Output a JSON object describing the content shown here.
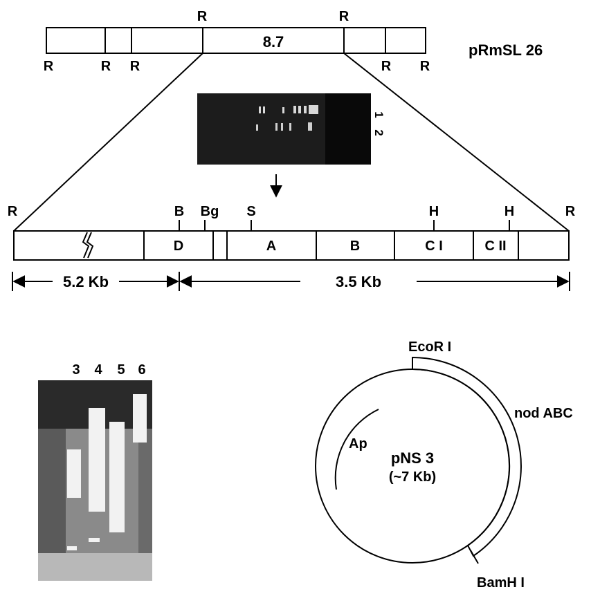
{
  "plasmid_map": {
    "name": "pRmSL 26",
    "center_fragment": "8.7",
    "top_sites": [
      "R",
      "R"
    ],
    "bottom_sites": [
      "R",
      "R",
      "R",
      "R",
      "R"
    ]
  },
  "gel_top": {
    "lanes": [
      "1",
      "2"
    ]
  },
  "detail_map": {
    "sites": [
      "R",
      "B",
      "Bg",
      "S",
      "H",
      "H",
      "R"
    ],
    "segments": [
      "D",
      "A",
      "B",
      "C I",
      "C II"
    ],
    "scale_left": "5.2 Kb",
    "scale_right": "3.5 Kb"
  },
  "gel_bottom": {
    "lanes": [
      "3",
      "4",
      "5",
      "6"
    ]
  },
  "vector": {
    "name": "pNS 3",
    "size": "(~7 Kb)",
    "insert": "nod ABC",
    "marker": "Ap",
    "site_top": "EcoR I",
    "site_bottom": "BamH I"
  }
}
